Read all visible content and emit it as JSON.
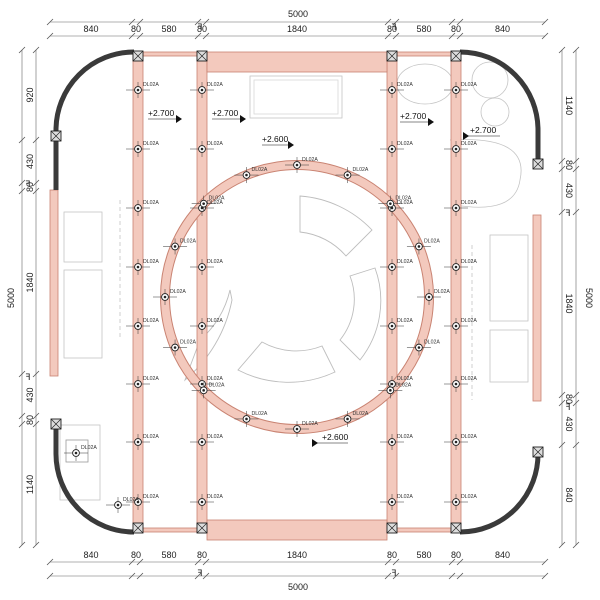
{
  "dims": {
    "top_total": "5000",
    "bottom_total": "5000",
    "left_total": "5000",
    "right_total": "5000",
    "top_segments": [
      "840",
      "80",
      "580",
      "80",
      "1840",
      "80",
      "580",
      "80",
      "840"
    ],
    "bottom_segments": [
      "840",
      "80",
      "580",
      "80",
      "1840",
      "80",
      "580",
      "80",
      "840"
    ],
    "left_segments": [
      "920",
      "430",
      "80",
      "1840",
      "430",
      "80",
      "1140"
    ],
    "right_segments": [
      "1140",
      "80",
      "430",
      "1840",
      "80",
      "430",
      "840"
    ]
  },
  "levels": {
    "top_left_a": "+2.700",
    "top_left_b": "+2.700",
    "top_right_a": "+2.700",
    "top_right_b": "+2.700",
    "circle_top": "+2.600",
    "circle_bottom": "+2.600"
  },
  "light_tag": "DL02A",
  "axis_mark": "ꟻ",
  "colors": {
    "beam": "#f3c9bd",
    "beam_stroke": "#c98372",
    "wall": "#3a3a3a",
    "furniture": "#bdbdbd"
  }
}
